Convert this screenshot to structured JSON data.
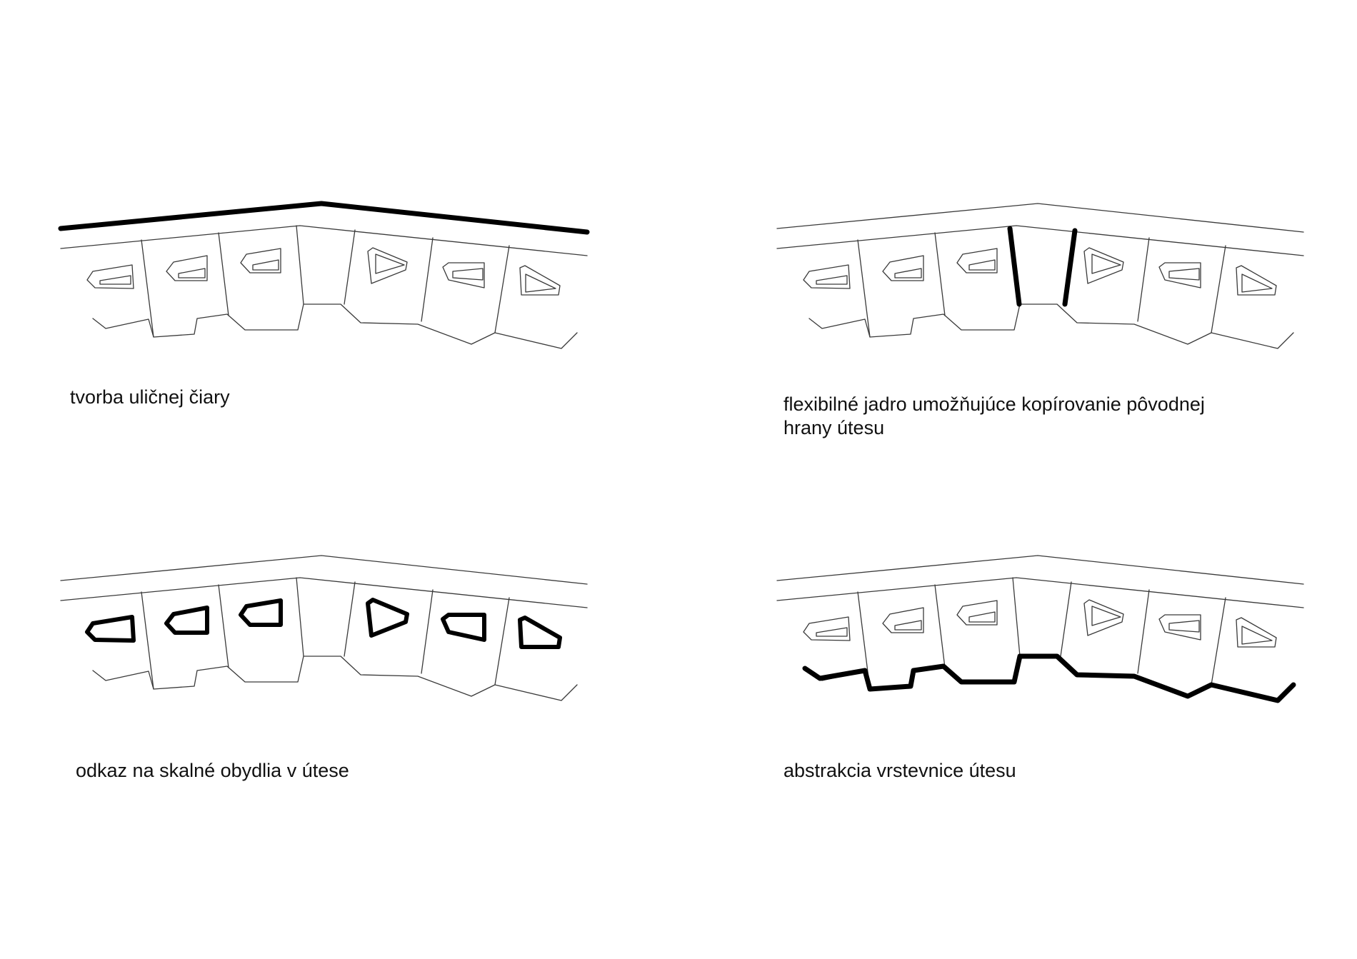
{
  "panels": [
    {
      "id": "street-line",
      "caption_lines": [
        "tvorba uličnej čiary"
      ],
      "highlight": "street-line"
    },
    {
      "id": "flexible-core",
      "caption_lines": [
        "flexibilné jadro umožňujúce kopírovanie pôvodnej",
        "hrany útesu"
      ],
      "highlight": "core"
    },
    {
      "id": "rock-dwellings",
      "caption_lines": [
        "odkaz na skalné obydlia v útese"
      ],
      "highlight": "windows"
    },
    {
      "id": "cliff-contour",
      "caption_lines": [
        "abstrakcia vrstevnice útesu"
      ],
      "highlight": "contour"
    }
  ],
  "colors": {
    "background": "#ffffff",
    "line": "#3a3a3a",
    "highlight": "#000000",
    "text": "#111111"
  }
}
